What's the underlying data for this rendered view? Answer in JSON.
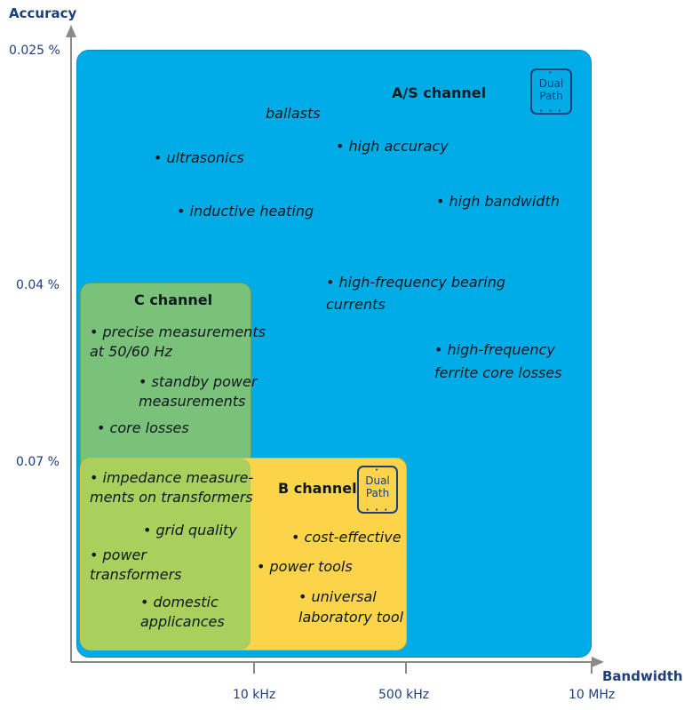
{
  "axes": {
    "y_label": "Accuracy",
    "x_label": "Bandwidth",
    "y_ticks": [
      "0.025 %",
      "0.04 %",
      "0.07 %"
    ],
    "x_ticks": [
      "10 kHz",
      "500 kHz",
      "10 MHz"
    ]
  },
  "regions": {
    "as": {
      "title": "A/S channel",
      "color": "#00ace6",
      "badge": [
        "Dual",
        "Path"
      ],
      "items": [
        "ballasts",
        "• high accuracy",
        "• ultrasonics",
        "• inductive heating",
        "• high bandwidth",
        "• high-frequency bearing",
        "currents",
        "• high-frequency",
        "ferrite core losses"
      ]
    },
    "c": {
      "title": "C channel",
      "color": "#7ac27a",
      "items": [
        "• precise measurements",
        "at 50/60 Hz",
        "• standby power",
        "measurements",
        "• core losses",
        "• impedance measure-",
        "ments on transformers",
        "• grid quality",
        "• power",
        "transformers",
        "• domestic",
        "applicances"
      ]
    },
    "b": {
      "title": "B channel",
      "color": "#fbd44a",
      "badge": [
        "Dual",
        "Path"
      ],
      "items": [
        "• cost-effective",
        "• power tools",
        "• universal",
        "laboratory tool"
      ]
    }
  },
  "overlap_color": "#a9cf5c"
}
